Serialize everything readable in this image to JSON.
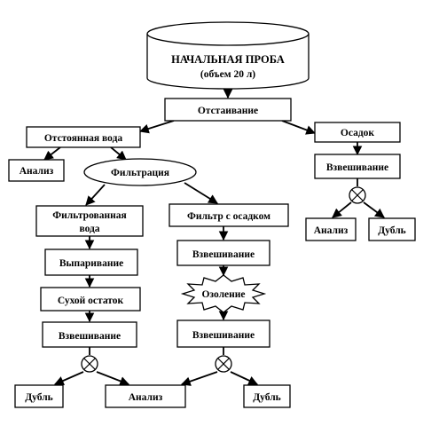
{
  "nodes": {
    "start_line1": "НАЧАЛЬНАЯ ПРОБА",
    "start_line2": "(объем 20 л)",
    "settling": "Отстаивание",
    "settled_water": "Отстоянная вода",
    "sediment": "Осадок",
    "analysis_water": "Анализ",
    "filtration": "Фильтрация",
    "sediment_weighing": "Взвешивание",
    "sediment_analysis": "Анализ",
    "sediment_duplicate": "Дубль",
    "filtered_water_line1": "Фильтрованная",
    "filtered_water_line2": "вода",
    "filter_with_sediment": "Фильтр с осадком",
    "evaporation": "Выпаривание",
    "filter_weighing": "Взвешивание",
    "dry_residue": "Сухой остаток",
    "ashing": "Озоление",
    "residue_weighing": "Взвешивание",
    "ash_weighing": "Взвешивание",
    "duplicate_left": "Дубль",
    "analysis_bottom": "Анализ",
    "duplicate_right": "Дубль"
  }
}
